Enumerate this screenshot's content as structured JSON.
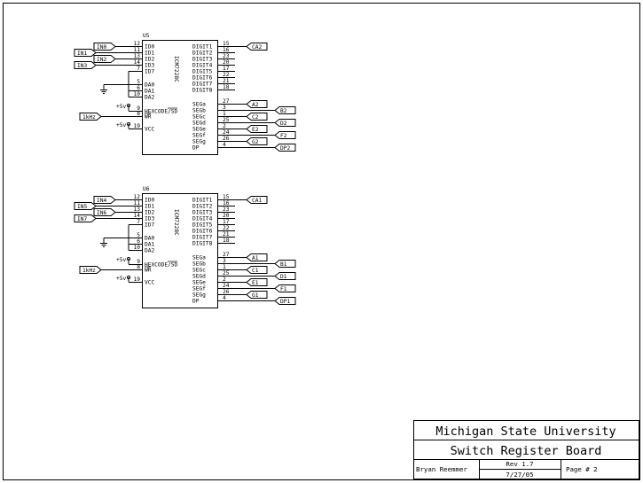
{
  "chips": [
    {
      "ref": "U5",
      "part": "ICM7228C",
      "left_pins": [
        {
          "num": "12",
          "name": "ID0"
        },
        {
          "num": "11",
          "name": "ID1"
        },
        {
          "num": "13",
          "name": "ID2"
        },
        {
          "num": "14",
          "name": "ID3"
        },
        {
          "num": "7",
          "name": "ID7"
        },
        {
          "num": "5",
          "name": "DA0"
        },
        {
          "num": "6",
          "name": "DA1"
        },
        {
          "num": "10",
          "name": "DA2"
        },
        {
          "num": "9",
          "name": "HEXCODE/SD"
        },
        {
          "num": "8",
          "name": "WR"
        },
        {
          "num": "19",
          "name": "VCC"
        }
      ],
      "digit_pins": [
        {
          "num": "15",
          "name": "DIGIT1"
        },
        {
          "num": "16",
          "name": "DIGIT2"
        },
        {
          "num": "23",
          "name": "DIGIT3"
        },
        {
          "num": "20",
          "name": "DIGIT4"
        },
        {
          "num": "17",
          "name": "DIGIT5"
        },
        {
          "num": "22",
          "name": "DIGIT6"
        },
        {
          "num": "21",
          "name": "DIGIT7"
        },
        {
          "num": "18",
          "name": "DIGIT8"
        }
      ],
      "seg_pins": [
        {
          "num": "27",
          "name": "SEGa"
        },
        {
          "num": "3",
          "name": "SEGb"
        },
        {
          "num": "1",
          "name": "SEGc"
        },
        {
          "num": "25",
          "name": "SEGd"
        },
        {
          "num": "2",
          "name": "SEGe"
        },
        {
          "num": "24",
          "name": "SEGf"
        },
        {
          "num": "26",
          "name": "SEGg"
        },
        {
          "num": "4",
          "name": "DP"
        }
      ],
      "inputs": [
        "IN0",
        "IN1",
        "IN2",
        "IN3"
      ],
      "clock": "1kHz",
      "vcc": "+5v",
      "digit_net": "CA2",
      "seg_nets": [
        "A2",
        "B2",
        "C2",
        "D2",
        "E2",
        "F2",
        "G2",
        "DP2"
      ]
    },
    {
      "ref": "U6",
      "part": "ICM7228C",
      "left_pins": [
        {
          "num": "12",
          "name": "ID0"
        },
        {
          "num": "11",
          "name": "ID1"
        },
        {
          "num": "13",
          "name": "ID2"
        },
        {
          "num": "14",
          "name": "ID3"
        },
        {
          "num": "7",
          "name": "ID7"
        },
        {
          "num": "5",
          "name": "DA0"
        },
        {
          "num": "6",
          "name": "DA1"
        },
        {
          "num": "10",
          "name": "DA2"
        },
        {
          "num": "9",
          "name": "HEXCODE/SD"
        },
        {
          "num": "8",
          "name": "WR"
        },
        {
          "num": "19",
          "name": "VCC"
        }
      ],
      "digit_pins": [
        {
          "num": "15",
          "name": "DIGIT1"
        },
        {
          "num": "16",
          "name": "DIGIT2"
        },
        {
          "num": "23",
          "name": "DIGIT3"
        },
        {
          "num": "20",
          "name": "DIGIT4"
        },
        {
          "num": "17",
          "name": "DIGIT5"
        },
        {
          "num": "22",
          "name": "DIGIT6"
        },
        {
          "num": "21",
          "name": "DIGIT7"
        },
        {
          "num": "18",
          "name": "DIGIT8"
        }
      ],
      "seg_pins": [
        {
          "num": "27",
          "name": "SEGa"
        },
        {
          "num": "3",
          "name": "SEGb"
        },
        {
          "num": "1",
          "name": "SEGc"
        },
        {
          "num": "25",
          "name": "SEGd"
        },
        {
          "num": "2",
          "name": "SEGe"
        },
        {
          "num": "24",
          "name": "SEGf"
        },
        {
          "num": "26",
          "name": "SEGg"
        },
        {
          "num": "4",
          "name": "DP"
        }
      ],
      "inputs": [
        "IN4",
        "IN5",
        "IN6",
        "IN7"
      ],
      "clock": "1kHz",
      "vcc": "+5v",
      "digit_net": "CA1",
      "seg_nets": [
        "A1",
        "B1",
        "C1",
        "D1",
        "E1",
        "F1",
        "G1",
        "DP1"
      ]
    }
  ],
  "title_block": {
    "institution": "Michigan State University",
    "board": "Switch Register Board",
    "author": "Bryan Reemmer",
    "revision": "Rev 1.7",
    "date": "7/27/05",
    "page": "Page # 2"
  }
}
